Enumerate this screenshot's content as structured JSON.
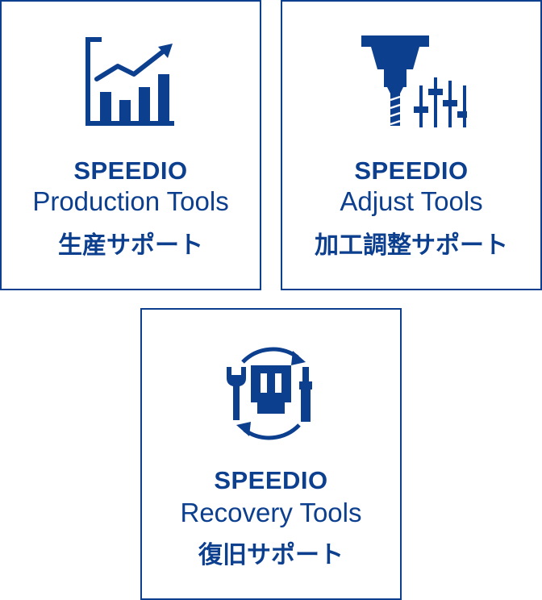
{
  "colors": {
    "accent": "#0d3f8f",
    "background": "#ffffff"
  },
  "cards": [
    {
      "brand": "SPEEDIO",
      "subtitle": "Production Tools",
      "jp": "生産サポート",
      "icon": "growth-chart-icon"
    },
    {
      "brand": "SPEEDIO",
      "subtitle": "Adjust Tools",
      "jp": "加工調整サポート",
      "icon": "spindle-adjust-icon"
    },
    {
      "brand": "SPEEDIO",
      "subtitle": "Recovery Tools",
      "jp": "復旧サポート",
      "icon": "recovery-tools-icon"
    }
  ]
}
